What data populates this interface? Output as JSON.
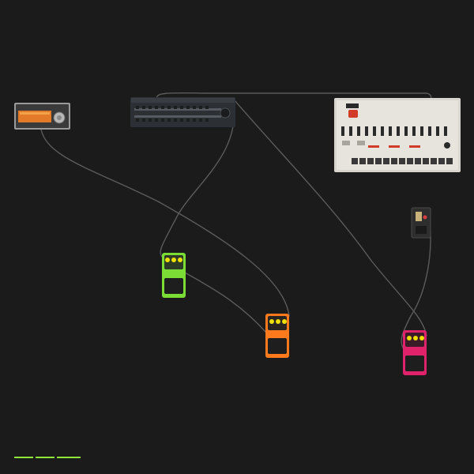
{
  "canvas": {
    "background": "#1b1b1b",
    "cable_color": "#5b5b5b"
  },
  "devices": {
    "meter": {
      "icon": "vu-meter-icon",
      "accent": "#e27a2a"
    },
    "sequencer": {
      "icon": "sequencer-icon"
    },
    "drum_machine": {
      "icon": "drum-machine-icon",
      "accent": "#d23a2a"
    },
    "power_box": {
      "icon": "power-switch-icon"
    },
    "pedals": [
      {
        "id": "green",
        "color": "#7bdc35"
      },
      {
        "id": "orange",
        "color": "#ff7a1c"
      },
      {
        "id": "pink",
        "color": "#e0226a"
      }
    ]
  },
  "status_bar": {
    "color": "#8fe63a"
  }
}
